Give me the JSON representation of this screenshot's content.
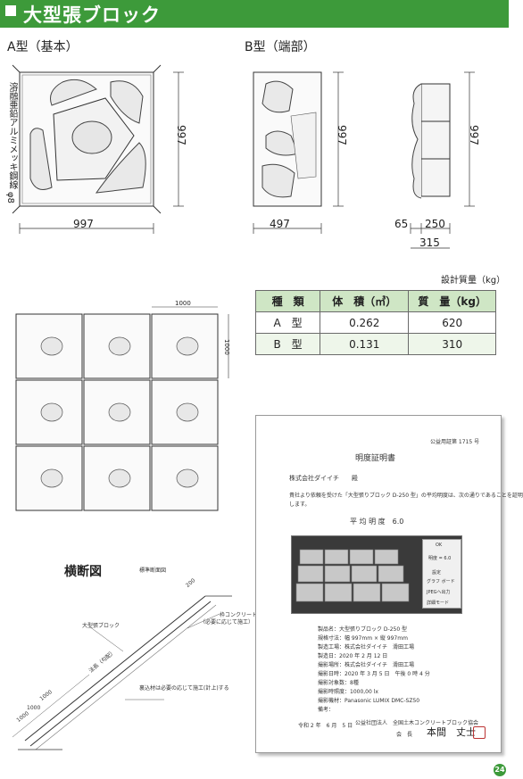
{
  "header": {
    "title": "大型張ブロック"
  },
  "sectionA": {
    "title": "A型（基本）",
    "width": "997",
    "height": "997",
    "side_note": "溶融亜鉛アルミメッキ鋼線",
    "side_note2": "φ8"
  },
  "sectionB": {
    "title": "B型（端部）",
    "width": "497",
    "height": "997",
    "side_height": "997",
    "dim_a": "65",
    "dim_b": "250",
    "dim_total": "315"
  },
  "table": {
    "unit_label": "設計質量（kg）",
    "headers": [
      "種　類",
      "体　積（㎥）",
      "質　量（kg）"
    ],
    "rows": [
      [
        "A　型",
        "0.262",
        "620"
      ],
      [
        "B　型",
        "0.131",
        "310"
      ]
    ]
  },
  "grid": {
    "dim_w": "1000",
    "dim_h": "1000"
  },
  "cross": {
    "title": "横断図",
    "subtitle": "標準断面図",
    "label_block": "大型張ブロック",
    "label_concrete": "枠コンクリート",
    "label_concrete_note": "（必要に応じて施工）",
    "label_fill": "裏込材は必要の応じて施工(計上)する",
    "label_slope": "法長（勾配）",
    "dim_1": "1000",
    "dim_2": "1000",
    "dim_3": "1000",
    "dim_top": "200"
  },
  "cert": {
    "number": "公益用証第 1715 号",
    "title": "明度証明書",
    "addressee": "株式会社ダイイチ　　殿",
    "body1": "貴社より依頼を受けた「大型張りブロック D-250 型」の平均明度は、次の通りであることを証明",
    "body2": "します。",
    "avg": "平 均 明 度　6.0",
    "panel": [
      "OK",
      "明度 = 6.0",
      "設定",
      "グラフ ボード",
      "JPEGへ出力",
      "詳細モード"
    ],
    "details": [
      "製品名：大型張りブロック D-250 型",
      "規格寸法：幅 997mm × 縦 997mm",
      "製造工場：株式会社ダイイチ　滑田工場",
      "製造日：2020 年 2 月 12 日",
      "撮影場所：株式会社ダイイチ　滑田工場",
      "撮影日時：2020 年 3 月 5 日　午後 0 時 4 分",
      "撮影対象数：8種",
      "撮影時照度：1000,00 lx",
      "撮影機材：Panasonic LUMIX DMC-SZ50",
      "備考："
    ],
    "date": "令和 2 年　6 月　5 日",
    "issuer": "公益社団法人　全国土木コンクリートブロック協会",
    "issuer_role": "会　長",
    "signature": "本間　丈士"
  },
  "page": {
    "number": "24"
  }
}
